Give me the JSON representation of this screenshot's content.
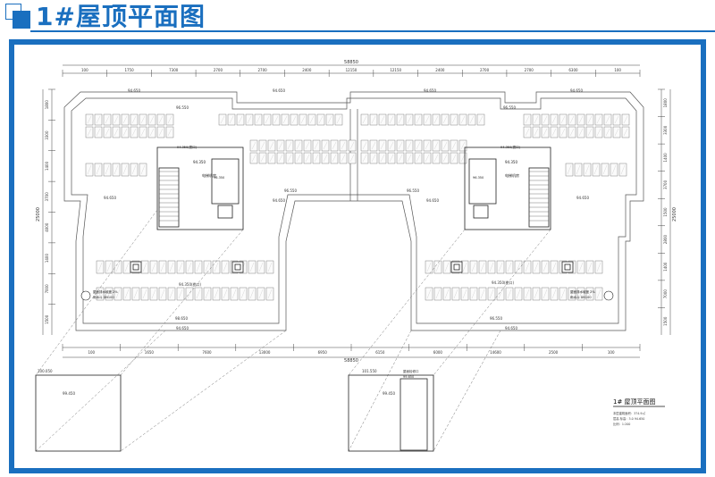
{
  "header": {
    "title": "1#屋顶平面图",
    "accent_color": "#1a6fbf"
  },
  "dims_top": {
    "total": "58850",
    "segments": [
      "100",
      "1750",
      "7300",
      "2700",
      "2700",
      "2400",
      "12150",
      "12150",
      "2400",
      "2700",
      "2700",
      "6300",
      "100"
    ]
  },
  "dims_bottom": {
    "total": "58850",
    "segments": [
      "100",
      "1650",
      "7600",
      "13000",
      "6950",
      "6150",
      "6000",
      "14600",
      "2500",
      "100"
    ]
  },
  "dims_left": [
    "1800",
    "3300",
    "1400",
    "3700",
    "4000",
    "1400",
    "7000",
    "1500"
  ],
  "dims_left_total": "25000",
  "dims_right": [
    "1800",
    "3300",
    "1400",
    "3700",
    "1500",
    "2800",
    "1400",
    "7000",
    "1500"
  ],
  "dims_right_total": "25000",
  "elevations": {
    "e94650": "94.650",
    "e96550": "96.550",
    "e94350": "94.350",
    "e94350_note": "94.350(檐口)",
    "e98650": "98.650",
    "e96350": "96.350",
    "e100050": "100.050",
    "e99450": "99.450",
    "e101550": "101.550",
    "e99650": "99.650",
    "e94250": "94.250"
  },
  "labels": {
    "machine_room": "电梯机房",
    "stair_note": "楼梯",
    "section": "剖面",
    "note_a": "屋面排水坡度 2%",
    "note_b": "雨水斗 DN100",
    "skylight": "屋面检修口",
    "skylight_elev": "99.650"
  },
  "legend": {
    "title": "1# 屋顶平面图",
    "line1": "本层建筑面积：374.9㎡",
    "line2": "层高 标高：3.0 94.650",
    "line3": "比例：1:200"
  }
}
